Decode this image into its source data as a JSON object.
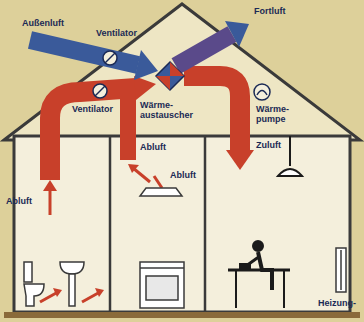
{
  "diagram": {
    "labels": [
      "Außenluft",
      "Ventilator",
      "Fortluft",
      "Wärme- austauscher",
      "Wärme- pumpe",
      "Ventilator",
      "Abluft",
      "Abluft",
      "Abluft",
      "Zuluft",
      "Heizung-"
    ]
  }
}
